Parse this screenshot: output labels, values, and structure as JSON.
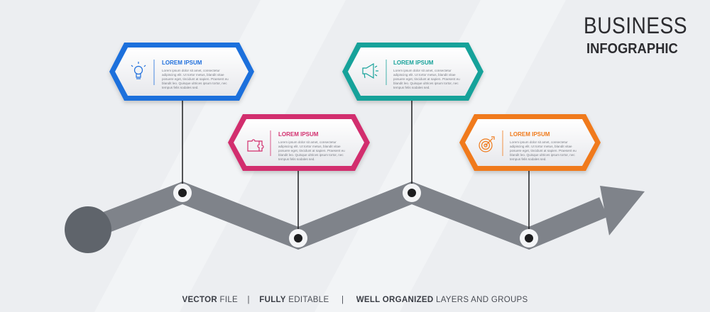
{
  "header": {
    "title": "BUSINESS",
    "subtitle": "INFOGRAPHIC"
  },
  "steps": [
    {
      "heading": "LOREM IPSUM",
      "body": "Lorem ipsum dolor sit amet, consectetur adipiscing elit. Ut tortor metus, blandit vitae posuere eget, tincidunt at sapien. Praesent eu blandit leo. Quisque ultrices ipsum tortor, nec tempus felis sodales sed.",
      "icon": "lightbulb-icon",
      "color": "#1f6fdc"
    },
    {
      "heading": "LOREM IPSUM",
      "body": "Lorem ipsum dolor sit amet, consectetur adipiscing elit. Ut tortor metus, blandit vitae posuere eget, tincidunt at sapien. Praesent eu blandit leo. Quisque ultrices ipsum tortor, nec tempus felis sodales sed.",
      "icon": "puzzle-icon",
      "color": "#d22f6e"
    },
    {
      "heading": "LOREM IPSUM",
      "body": "Lorem ipsum dolor sit amet, consectetur adipiscing elit. Ut tortor metus, blandit vitae posuere eget, tincidunt at sapien. Praesent eu blandit leo. Quisque ultrices ipsum tortor, nec tempus felis sodales sed.",
      "icon": "megaphone-icon",
      "color": "#17a29a"
    },
    {
      "heading": "LOREM IPSUM",
      "body": "Lorem ipsum dolor sit amet, consectetur adipiscing elit. Ut tortor metus, blandit vitae posuere eget, tincidunt at sapien. Praesent eu blandit leo. Quisque ultrices ipsum tortor, nec tempus felis sodales sed.",
      "icon": "target-icon",
      "color": "#f07a1a"
    }
  ],
  "footer": {
    "item1_bold": "VECTOR",
    "item1_rest": " FILE",
    "separator": "|",
    "item2_bold": "FULLY",
    "item2_rest": " EDITABLE",
    "item3_bold": "WELL ORGANIZED",
    "item3_rest": " LAYERS AND GROUPS"
  },
  "side_id": "645530819",
  "colors": {
    "path": "#7f838a",
    "path_start": "#5f646b",
    "text_title": "#2c2c30"
  }
}
